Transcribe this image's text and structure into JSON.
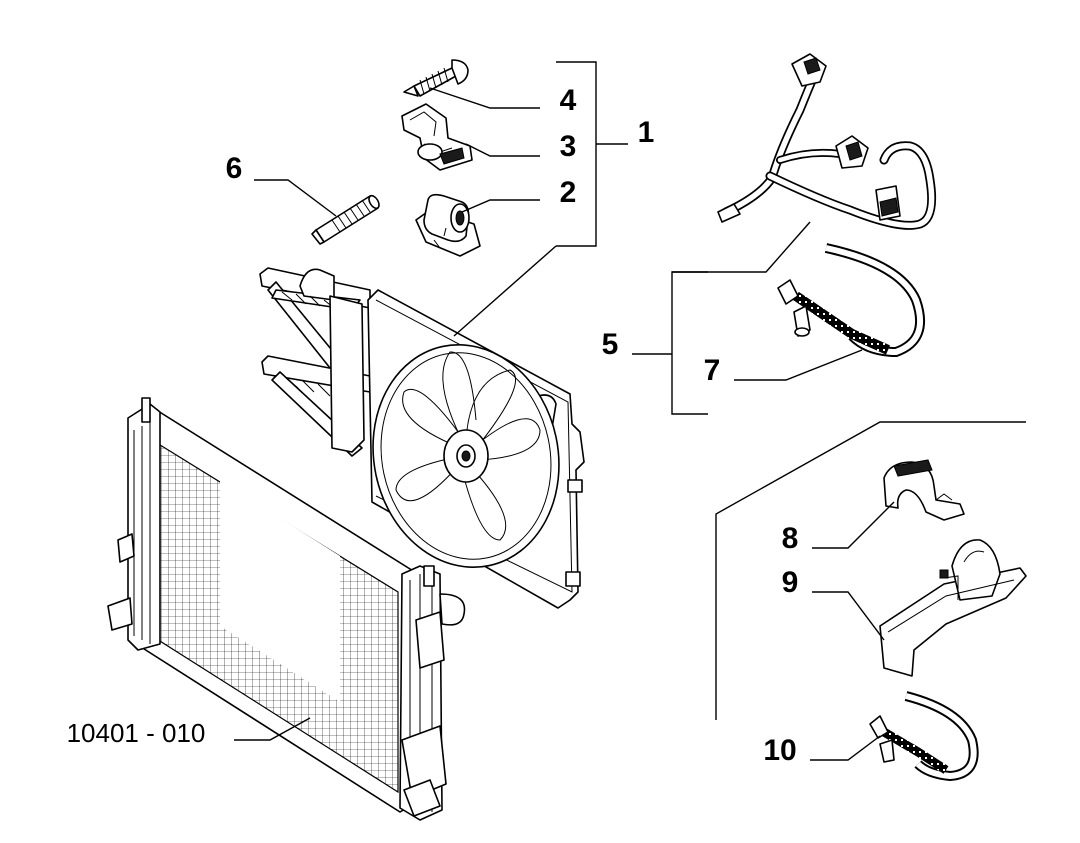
{
  "callouts": {
    "c1": "1",
    "c2": "2",
    "c3": "3",
    "c4": "4",
    "c5": "5",
    "c6": "6",
    "c7": "7",
    "c8": "8",
    "c9": "9",
    "c10": "10"
  },
  "drawing_reference": "10401 - 010"
}
